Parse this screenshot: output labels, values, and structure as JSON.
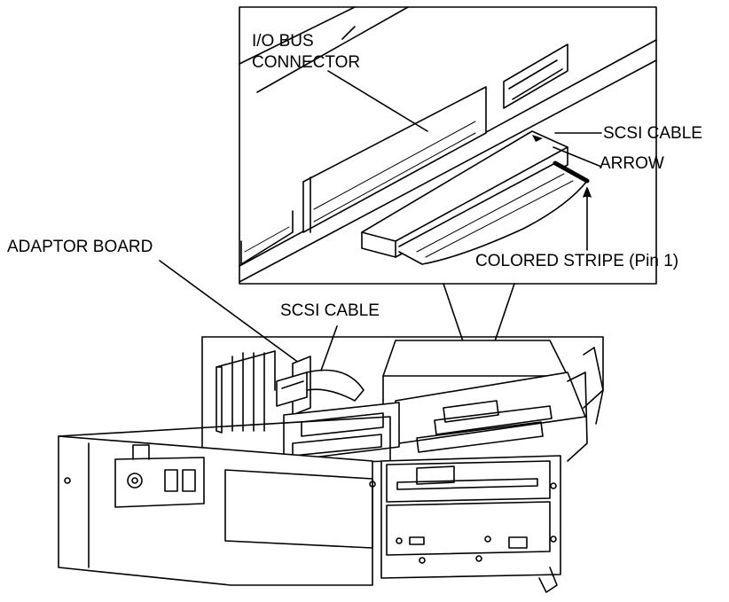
{
  "labels": {
    "io_bus_line1": "I/O BUS",
    "io_bus_line2": "CONNECTOR",
    "scsi_cable_top": "SCSI CABLE",
    "arrow": "ARROW",
    "colored_stripe": "COLORED STRIPE (Pin 1)",
    "adaptor_board": "ADAPTOR BOARD",
    "scsi_cable_bottom": "SCSI CABLE"
  },
  "colors": {
    "line": "#000000",
    "background": "#ffffff",
    "stripe": "#000000"
  }
}
